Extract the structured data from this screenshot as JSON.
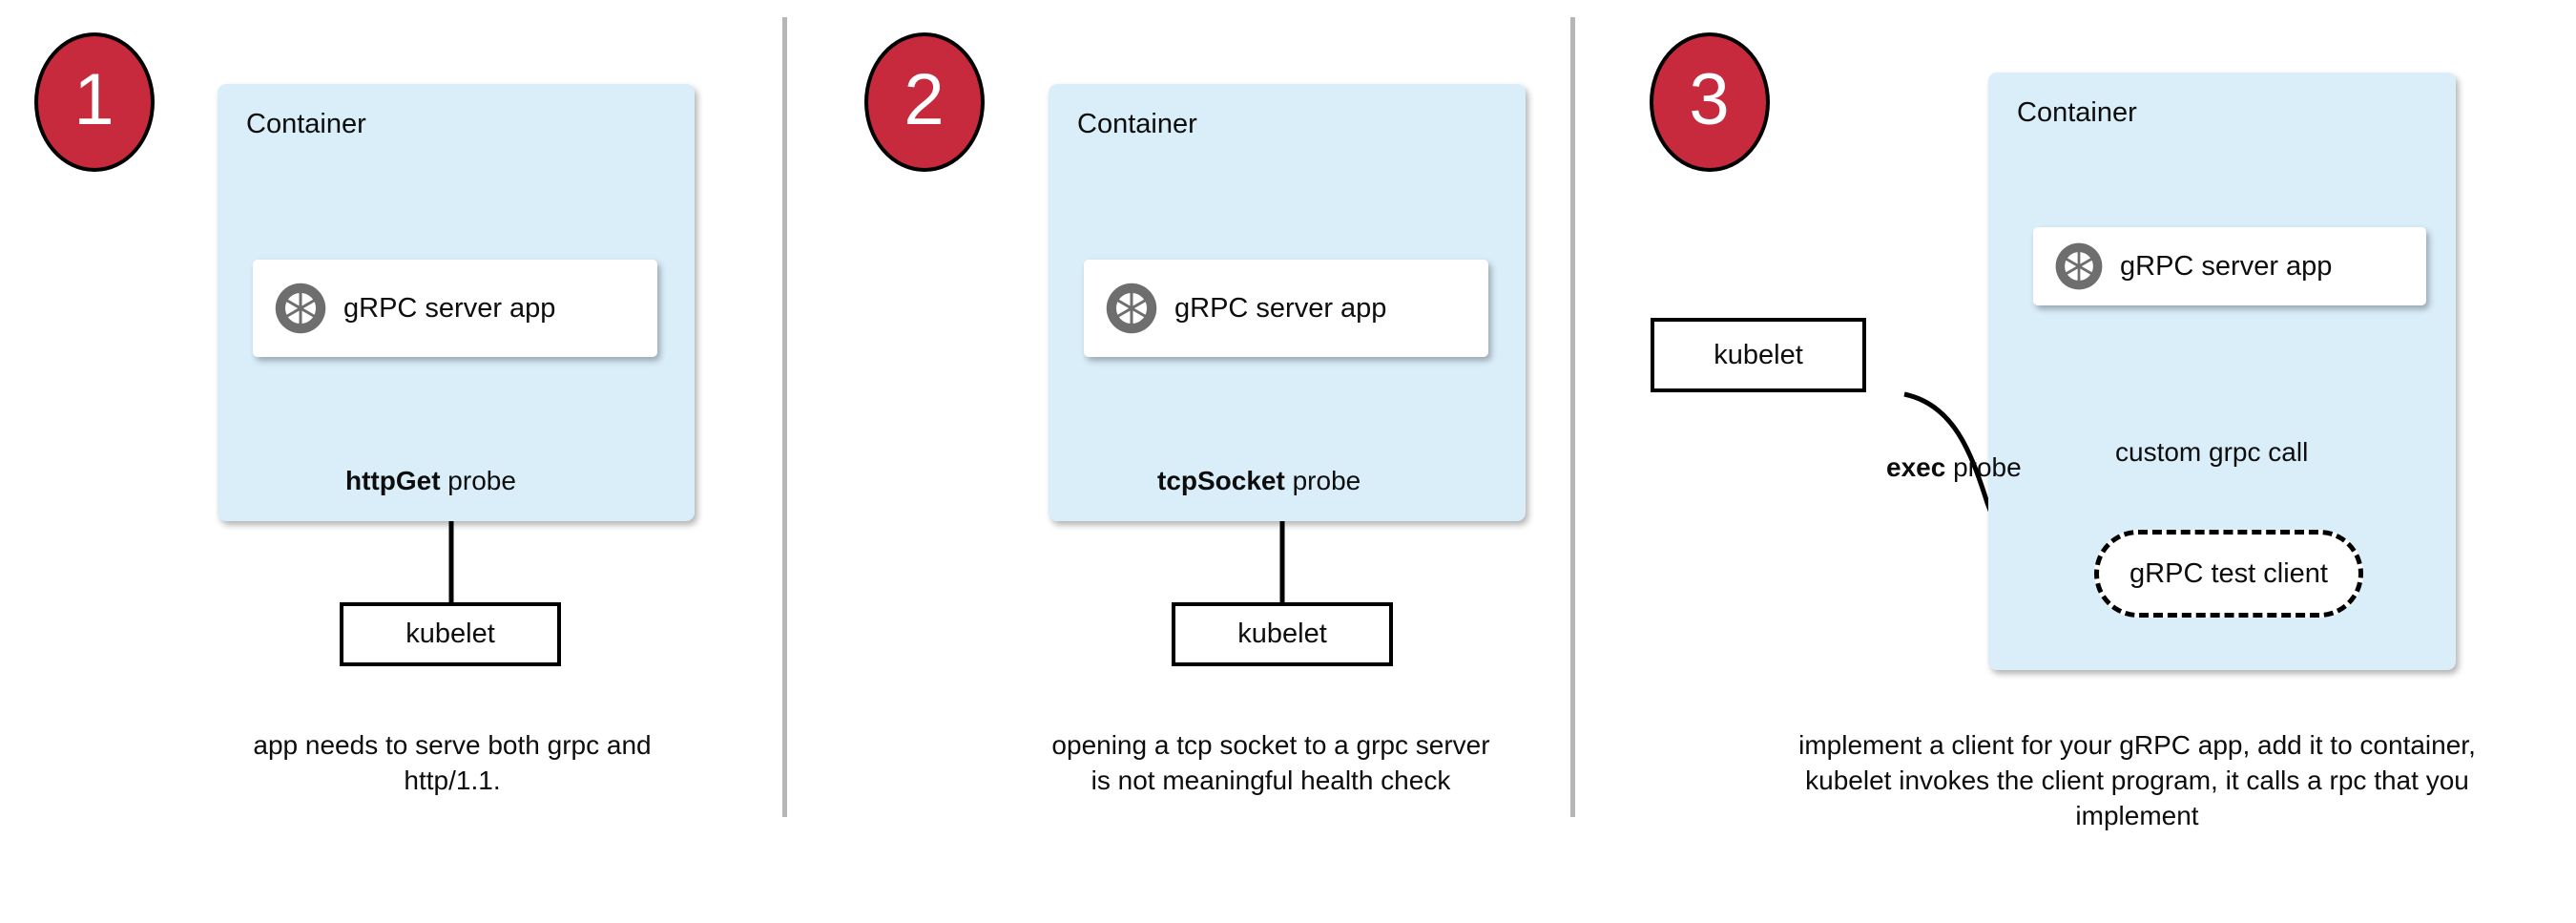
{
  "diagram": {
    "title": "gRPC health probe approaches",
    "colors": {
      "step_badge": "#c62a3c",
      "container_fill": "#daeefa",
      "app_card_fill": "#ffffff",
      "icon_grey": "#6e6e6e",
      "stroke": "#000000",
      "divider": "#b6b6b6"
    }
  },
  "panels": [
    {
      "step": "1",
      "container_label": "Container",
      "app_label": "gRPC server app",
      "app_icon": "grpc-aperture-icon",
      "probe_label_bold": "httpGet",
      "probe_label_rest": " probe",
      "kubelet_label": "kubelet",
      "caption": "app needs to serve both grpc and http/1.1."
    },
    {
      "step": "2",
      "container_label": "Container",
      "app_label": "gRPC server app",
      "app_icon": "grpc-aperture-icon",
      "probe_label_bold": "tcpSocket",
      "probe_label_rest": " probe",
      "kubelet_label": "kubelet",
      "caption": "opening a tcp socket to a grpc server is not meaningful health check"
    },
    {
      "step": "3",
      "container_label": "Container",
      "app_label": "gRPC server app",
      "app_icon": "grpc-aperture-icon",
      "probe_label_bold": "exec",
      "probe_label_rest": " probe",
      "kubelet_label": "kubelet",
      "call_label": "custom grpc call",
      "test_client_label": "gRPC test client",
      "caption": "implement a client for your gRPC app, add it to container, kubelet invokes the client program, it calls a rpc that you implement"
    }
  ]
}
